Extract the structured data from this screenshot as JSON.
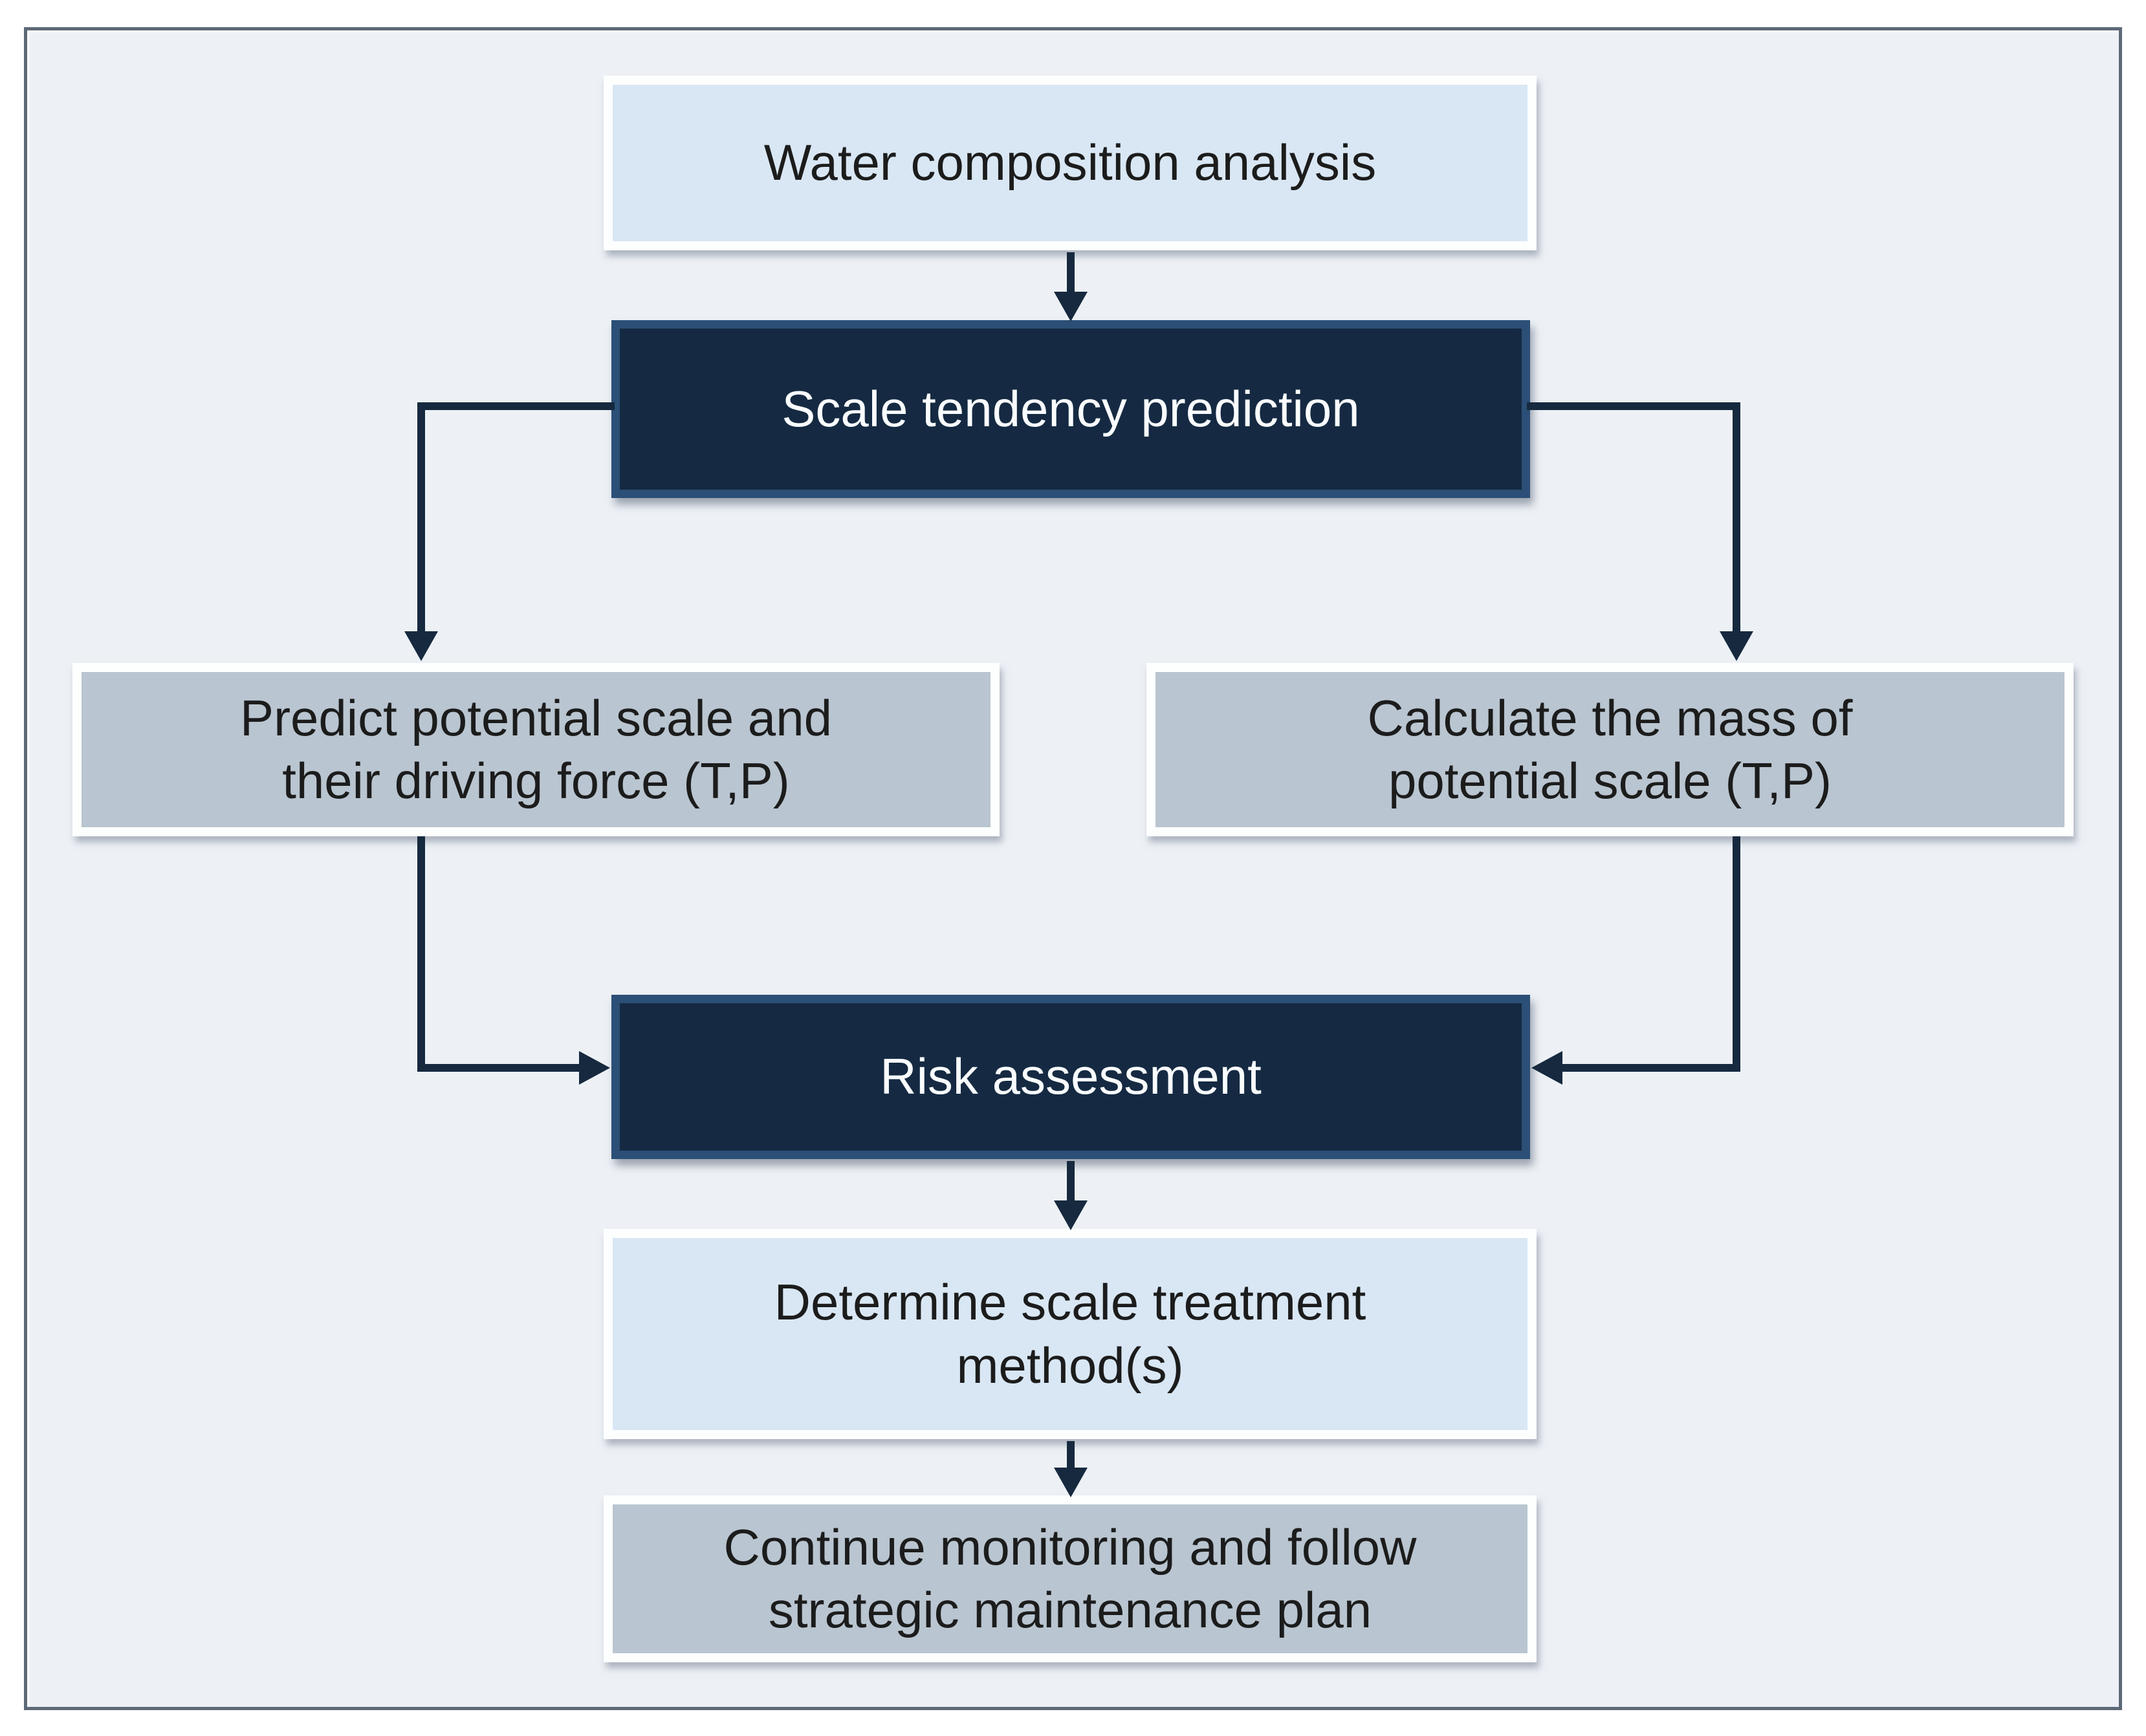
{
  "figure": {
    "type": "flowchart",
    "background_color": "#edf1f6",
    "frame_border_color": "#5d6977",
    "connector_color": "#16293e",
    "node_styles": {
      "light_blue_fill": "#d9e7f4",
      "gray_fill": "#b9c5d0",
      "dark_navy_fill": "#152a42",
      "dark_navy_border": "#2b4f76",
      "white_border": "#fdffff",
      "dark_text": "#1c1c1c",
      "light_text": "#fafdff"
    },
    "nodes": [
      {
        "id": "water",
        "style": "light-blue",
        "lines": [
          "Water composition analysis"
        ]
      },
      {
        "id": "scale",
        "style": "dark-navy",
        "lines": [
          "Scale tendency prediction"
        ]
      },
      {
        "id": "predict",
        "style": "gray",
        "lines": [
          "Predict potential scale and",
          "their driving force (T,P)"
        ]
      },
      {
        "id": "calculate",
        "style": "gray",
        "lines": [
          "Calculate the mass of",
          "potential scale (T,P)"
        ]
      },
      {
        "id": "risk",
        "style": "dark-navy",
        "lines": [
          "Risk assessment"
        ]
      },
      {
        "id": "determine",
        "style": "light-blue",
        "lines": [
          "Determine scale treatment",
          "method(s)"
        ]
      },
      {
        "id": "continue",
        "style": "gray",
        "lines": [
          "Continue monitoring and follow",
          "strategic maintenance plan"
        ]
      }
    ],
    "edges": [
      {
        "from": "water",
        "to": "scale"
      },
      {
        "from": "scale",
        "to": "predict"
      },
      {
        "from": "scale",
        "to": "calculate"
      },
      {
        "from": "predict",
        "to": "risk"
      },
      {
        "from": "calculate",
        "to": "risk"
      },
      {
        "from": "risk",
        "to": "determine"
      },
      {
        "from": "determine",
        "to": "continue"
      }
    ]
  }
}
